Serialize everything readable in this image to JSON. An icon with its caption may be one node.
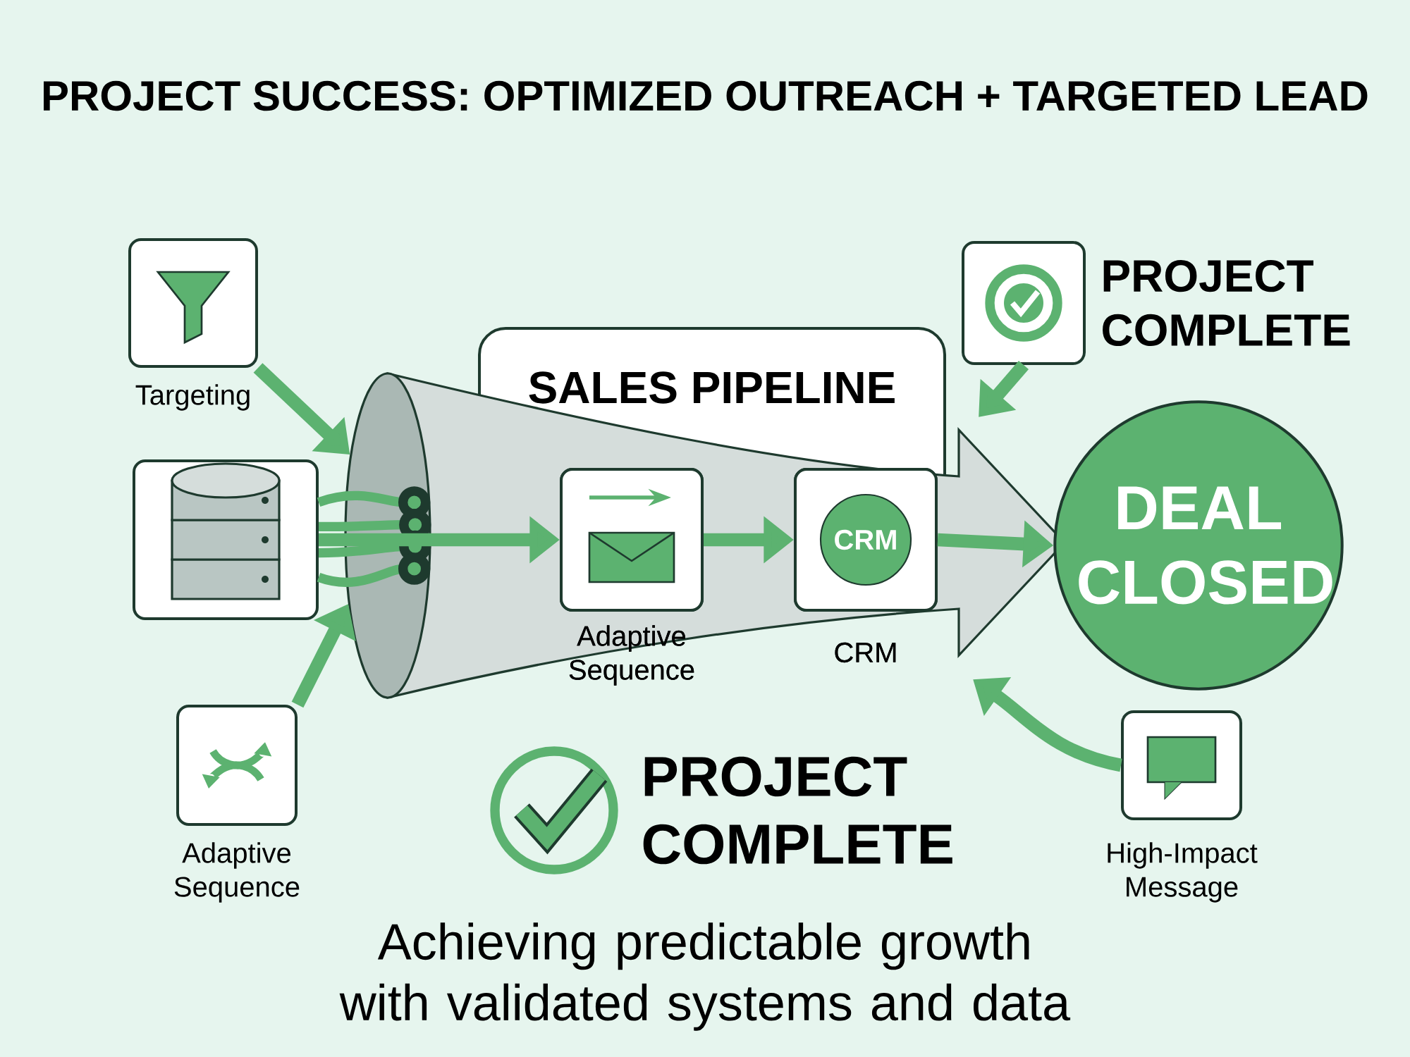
{
  "diagram": {
    "title": "PROJECT SUCCESS: OPTIMIZED OUTREACH + TARGETED LEAD",
    "caption": "Achieving predictable growth with validated systems and data",
    "nodes": [
      {
        "text": [
          "Targeting"
        ]
      },
      {
        "text": [],
        "shape": "box"
      },
      {
        "text": [],
        "shape": "funnel"
      },
      {
        "text": [
          "SALES PIPELINE"
        ]
      },
      {
        "text": [
          "CRM",
          "CRM"
        ],
        "in": 2
      },
      {
        "text": [
          "Adaptive Sequence"
        ],
        "in": 2
      },
      {
        "text": [],
        "shape": "box",
        "beside": [
          "PROJECT COMPLETE"
        ]
      },
      {
        "text": [
          "DEAL CLOSED"
        ]
      },
      {
        "text": [
          "Adaptive Sequence"
        ]
      },
      {
        "text": [
          "High-Impact Message"
        ]
      }
    ],
    "edges": [
      {
        "from": 0,
        "to": 2,
        "arrow": "to"
      },
      {
        "from": 1,
        "to": 2,
        "arrow": "other"
      },
      {
        "from": 1,
        "to": 2,
        "arrow": "other"
      },
      {
        "from": 1,
        "to": 2,
        "arrow": "other"
      },
      {
        "from": 1,
        "to": 2,
        "arrow": "other"
      },
      {
        "from": 1,
        "to": 5,
        "arrow": "to"
      },
      {
        "from": 5,
        "to": 4,
        "arrow": "to"
      },
      {
        "from": 4,
        "to": 7,
        "arrow": "to"
      },
      {
        "from": 6,
        "to": null,
        "arrow": "to"
      },
      {
        "from": 8,
        "to": 2,
        "arrow": "to"
      },
      {
        "from": 9,
        "to": null,
        "arrow": "to"
      }
    ],
    "labels": [
      "PROJECT COMPLETE"
    ]
  }
}
